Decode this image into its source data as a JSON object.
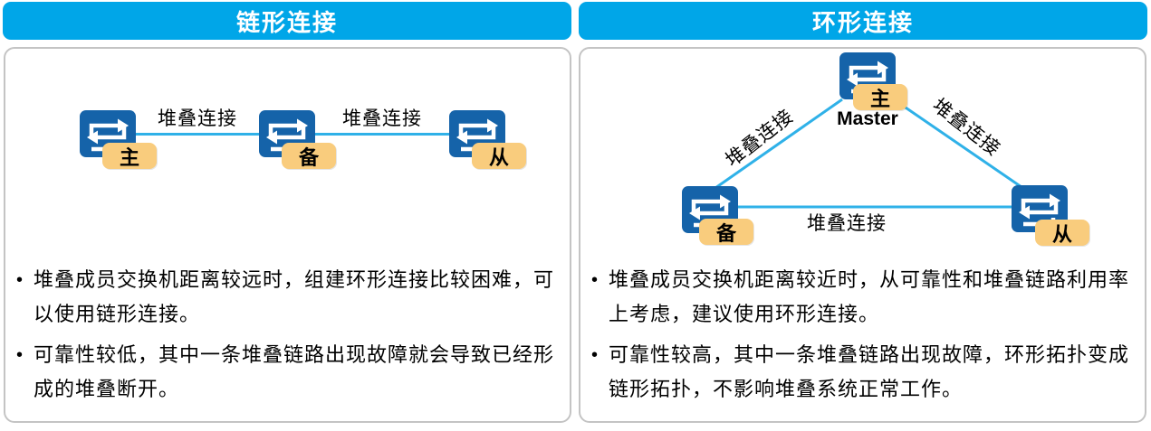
{
  "colors": {
    "header_bg": "#00A6E8",
    "switch_blue": "#1563A9",
    "link_line": "#2FB1E8",
    "badge_bg": "#F9CC7D",
    "card_border": "#C4C4C4",
    "header_text": "#FFFFFF",
    "body_text": "#000000"
  },
  "panels": [
    {
      "title": "链形连接",
      "topology": "chain",
      "diagram": {
        "link_labels": [
          "堆叠连接",
          "堆叠连接"
        ],
        "nodes": [
          {
            "role": "主"
          },
          {
            "role": "备"
          },
          {
            "role": "从"
          }
        ]
      },
      "bullets": [
        {
          "lines": [
            "堆叠成员交换机距离较远时，组建环形连接比较困难，可",
            "以使用链形连接。"
          ]
        },
        {
          "lines": [
            "可靠性较低，其中一条堆叠链路出现故障就会导致已经形",
            "成的堆叠断开。"
          ]
        }
      ]
    },
    {
      "title": "环形连接",
      "topology": "ring",
      "diagram": {
        "link_labels": [
          "堆叠连接",
          "堆叠连接",
          "堆叠连接"
        ],
        "nodes": [
          {
            "role": "主",
            "caption": "Master"
          },
          {
            "role": "备"
          },
          {
            "role": "从"
          }
        ]
      },
      "bullets": [
        {
          "lines": [
            "堆叠成员交换机距离较近时，从可靠性和堆叠链路利用率",
            "上考虑，建议使用环形连接。"
          ]
        },
        {
          "lines": [
            "可靠性较高，其中一条堆叠链路出现故障，环形拓扑变成",
            "链形拓扑，不影响堆叠系统正常工作。"
          ]
        }
      ]
    }
  ]
}
